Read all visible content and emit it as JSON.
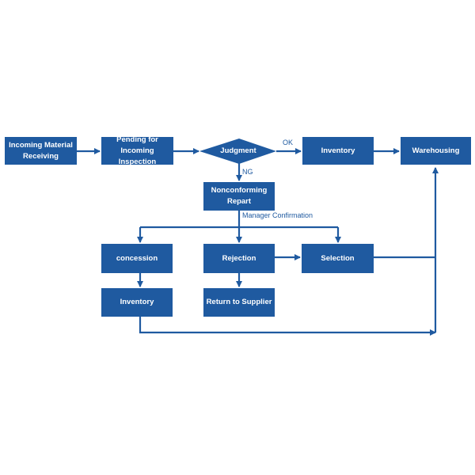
{
  "colors": {
    "box": "#1f5aa0",
    "line": "#1f5aa0",
    "text_on_box": "#ffffff"
  },
  "nodes": {
    "incoming_material_receiving": "Incoming Material\nReceiving",
    "pending_inspection": "Pending for\nIncoming Inspection",
    "judgment": "Judgment",
    "inventory_top": "Inventory",
    "warehousing": "Warehousing",
    "nonconforming_report": "Nonconforming\nRepart",
    "concession": "concession",
    "rejection": "Rejection",
    "selection": "Selection",
    "inventory_bottom": "Inventory",
    "return_to_supplier": "Return to Supplier"
  },
  "edge_labels": {
    "ok": "OK",
    "ng": "NG",
    "manager_confirmation": "Manager Confirmation"
  }
}
